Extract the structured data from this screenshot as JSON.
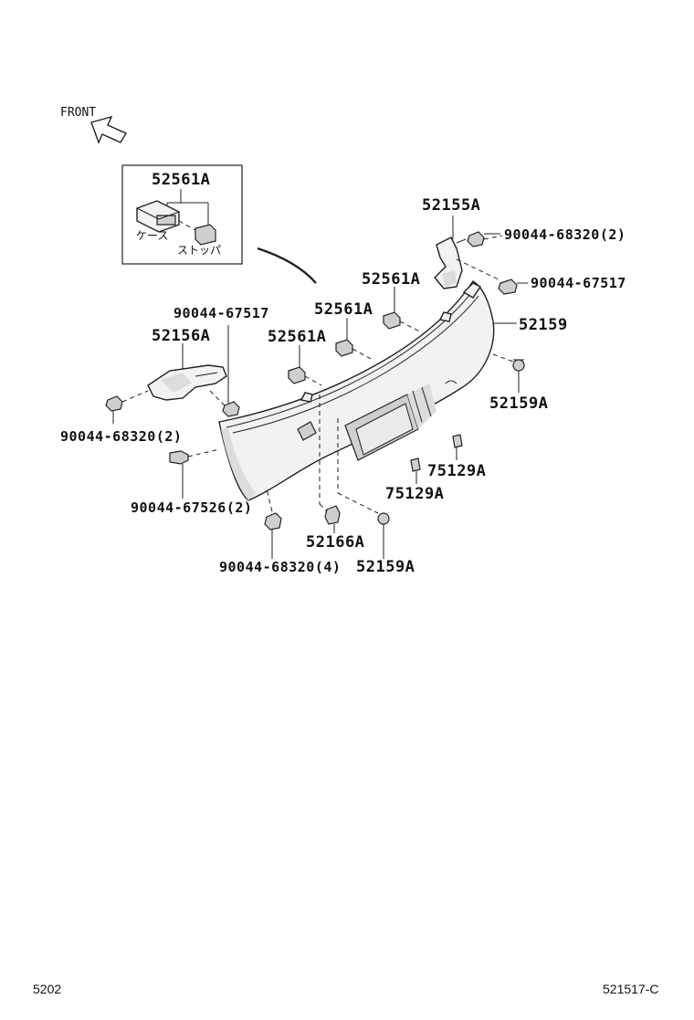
{
  "front_label": "FRONT",
  "inset": {
    "part_number": "52561A",
    "sub_labels": [
      "ケース",
      "ストッパ"
    ]
  },
  "callouts": {
    "p52155A": "52155A",
    "p90044_68320_2_top": "90044-68320(2)",
    "p90044_67517_right": "90044-67517",
    "p52561A_top": "52561A",
    "p52561A_mid": "52561A",
    "p52561A_low": "52561A",
    "p52159": "52159",
    "p90044_67517_left": "90044-67517",
    "p52156A": "52156A",
    "p52159A_right": "52159A",
    "p90044_68320_2_left": "90044-68320(2)",
    "p75129A_a": "75129A",
    "p75129A_b": "75129A",
    "p90044_67526_2": "90044-67526(2)",
    "p52166A": "52166A",
    "p90044_68320_4": "90044-68320(4)",
    "p52159A_bottom": "52159A"
  },
  "footer": {
    "left_code": "5202",
    "right_code": "521517-C"
  }
}
